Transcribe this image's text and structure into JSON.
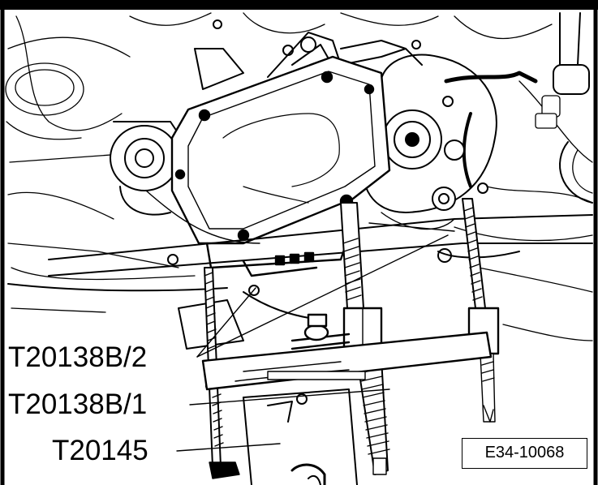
{
  "figure": {
    "callouts": [
      {
        "label": "T20138B/2"
      },
      {
        "label": "T20138B/1"
      },
      {
        "label": "T20145"
      }
    ],
    "figure_id": "E34-10068"
  },
  "colors": {
    "ink": "#000000",
    "paper": "#ffffff"
  }
}
